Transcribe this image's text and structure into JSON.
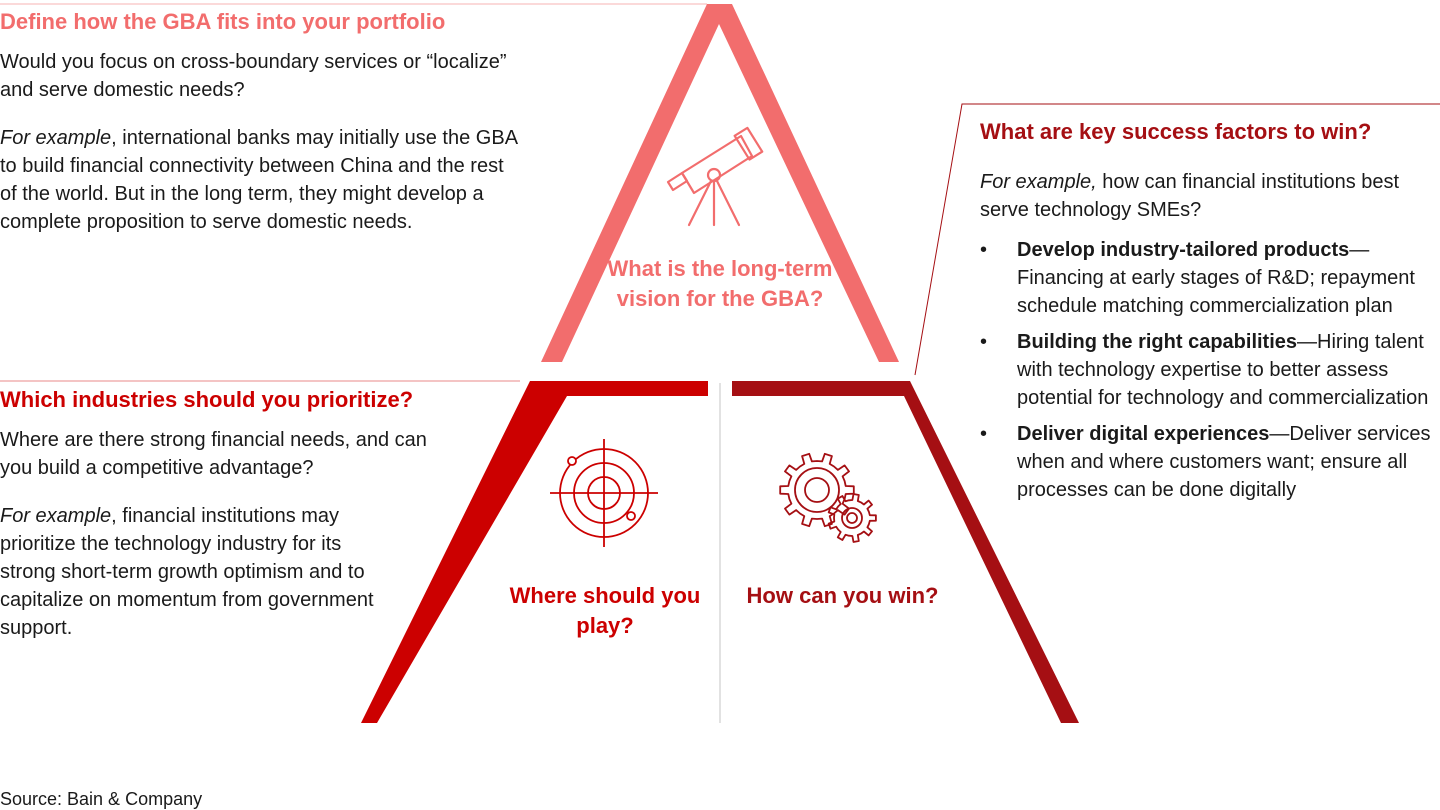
{
  "colors": {
    "light_red": "#f26d6d",
    "mid_red": "#cc0000",
    "dark_red": "#a50f13",
    "divider": "#d9d9d9"
  },
  "portfolio": {
    "heading": "Define how the GBA fits into your portfolio",
    "question": "Would you focus on cross-boundary services or “localize” and serve domestic needs?",
    "example_prefix": "For example",
    "example_text": ", international banks may initially use the GBA to build financial connectivity between China and the rest of the world. But in the long term, they might develop a complete proposition to serve domestic needs."
  },
  "industries": {
    "heading": "Which industries should you prioritize?",
    "question": "Where are there strong financial needs, and can you build a competitive advantage?",
    "example_prefix": "For example",
    "example_text": ", financial institutions may prioritize the technology industry for its strong short-term growth optimism and to capitalize on momentum from government support."
  },
  "success": {
    "heading": "What are key success factors to win?",
    "example_prefix": "For example,",
    "example_text": " how can financial institutions best serve technology SMEs?",
    "bullet": "•",
    "items": [
      {
        "bold": "Develop industry-tailored products",
        "text": "—Financing at early stages of R&D; repayment schedule matching commercialization plan"
      },
      {
        "bold": "Building the right capabilities",
        "text": "—Hiring talent with technology expertise to better assess potential for technology and commercialization"
      },
      {
        "bold": "Deliver digital experiences",
        "text": "—Deliver services when and where customers want; ensure all processes can be done digitally"
      }
    ]
  },
  "pyramid": {
    "vision_label": "What is the long-term vision for the GBA?",
    "play_label": "Where should you play?",
    "win_label": "How can you win?",
    "icons": {
      "top": "telescope-icon",
      "left": "target-icon",
      "right": "gears-icon"
    }
  },
  "source": "Source: Bain & Company"
}
